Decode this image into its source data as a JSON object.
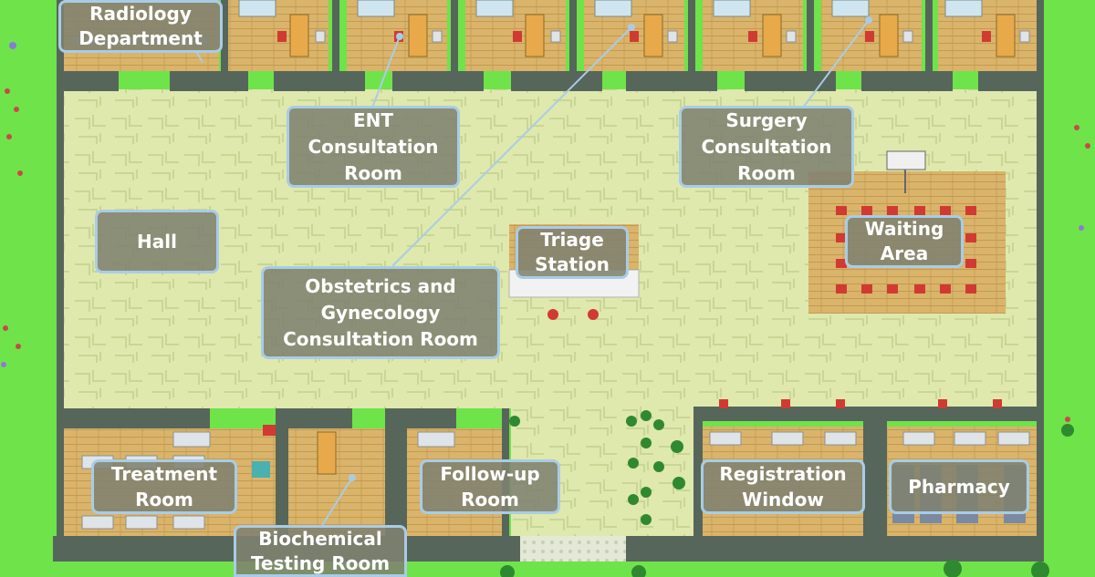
{
  "map": {
    "rooms": {
      "radiology": "Radiology\nDepartment",
      "ent": "ENT\nConsultation\nRoom",
      "surgery": "Surgery\nConsultation\nRoom",
      "hall": "Hall",
      "triage": "Triage\nStation",
      "waiting": "Waiting\nArea",
      "obgyn": "Obstetrics and\nGynecology\nConsultation Room",
      "treatment": "Treatment\nRoom",
      "followup": "Follow-up\nRoom",
      "registration": "Registration\nWindow",
      "pharmacy": "Pharmacy",
      "biochem": "Biochemical\nTesting Room"
    },
    "colors": {
      "grass": "#6fe34a",
      "wall": "#56665a",
      "wood_floor": "#d9b46a",
      "hall_floor": "#dde7a8",
      "label_bg": "#80826f",
      "label_border": "#a9cce6",
      "chair": "#d13a32"
    }
  }
}
